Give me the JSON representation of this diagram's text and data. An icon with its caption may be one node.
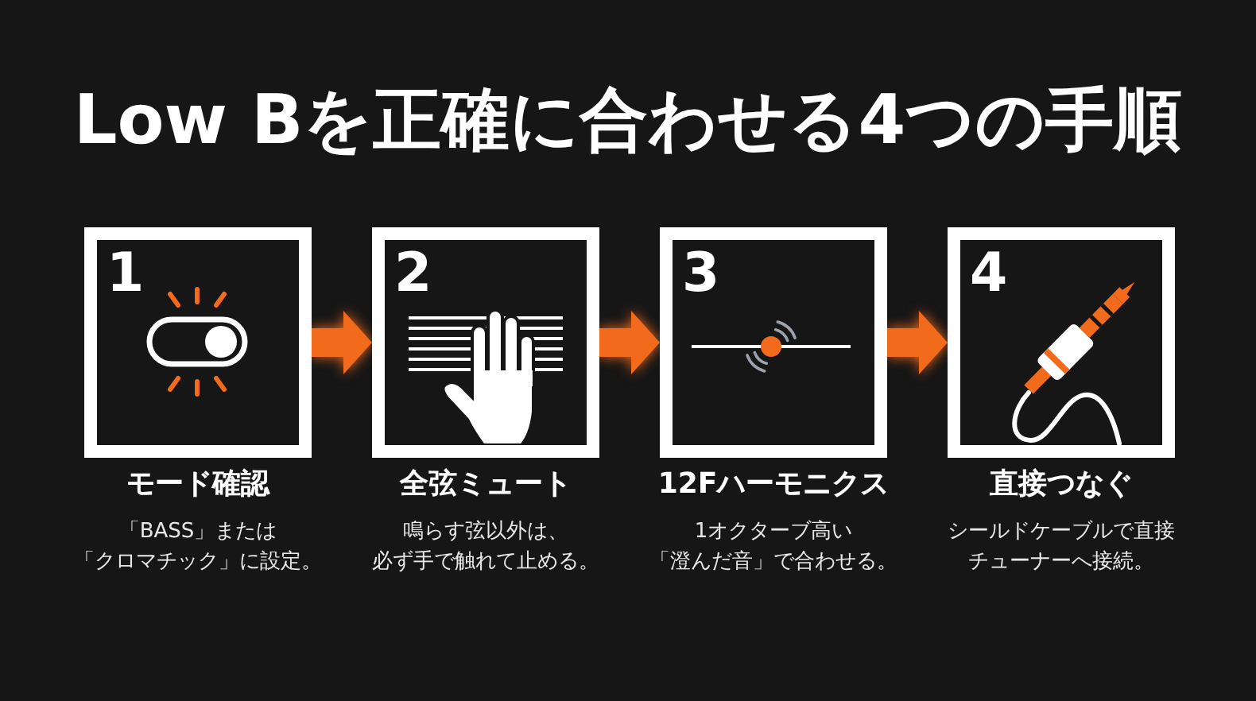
{
  "diagram": {
    "title": "Low Bを正確に合わせる4つの手順",
    "nodes": [
      {
        "text": [
          "1",
          "モード確認",
          "「BASS」または「クロマチック」に設定。"
        ]
      },
      {
        "text": [
          "2",
          "全弦ミュート",
          "鳴らす弦以外は、必ず手で触れて止める。"
        ]
      },
      {
        "text": [
          "3",
          "12Fハーモニクス",
          "1オクターブ高い「澄んだ音」で合わせる。"
        ]
      },
      {
        "text": [
          "4",
          "直接つなぐ",
          "シールドケーブルで直接チューナーへ接続。"
        ]
      }
    ],
    "edges": [
      {
        "from": 0,
        "to": 1,
        "arrow": "to"
      },
      {
        "from": 1,
        "to": 2,
        "arrow": "to"
      },
      {
        "from": 2,
        "to": 3,
        "arrow": "to"
      }
    ]
  }
}
